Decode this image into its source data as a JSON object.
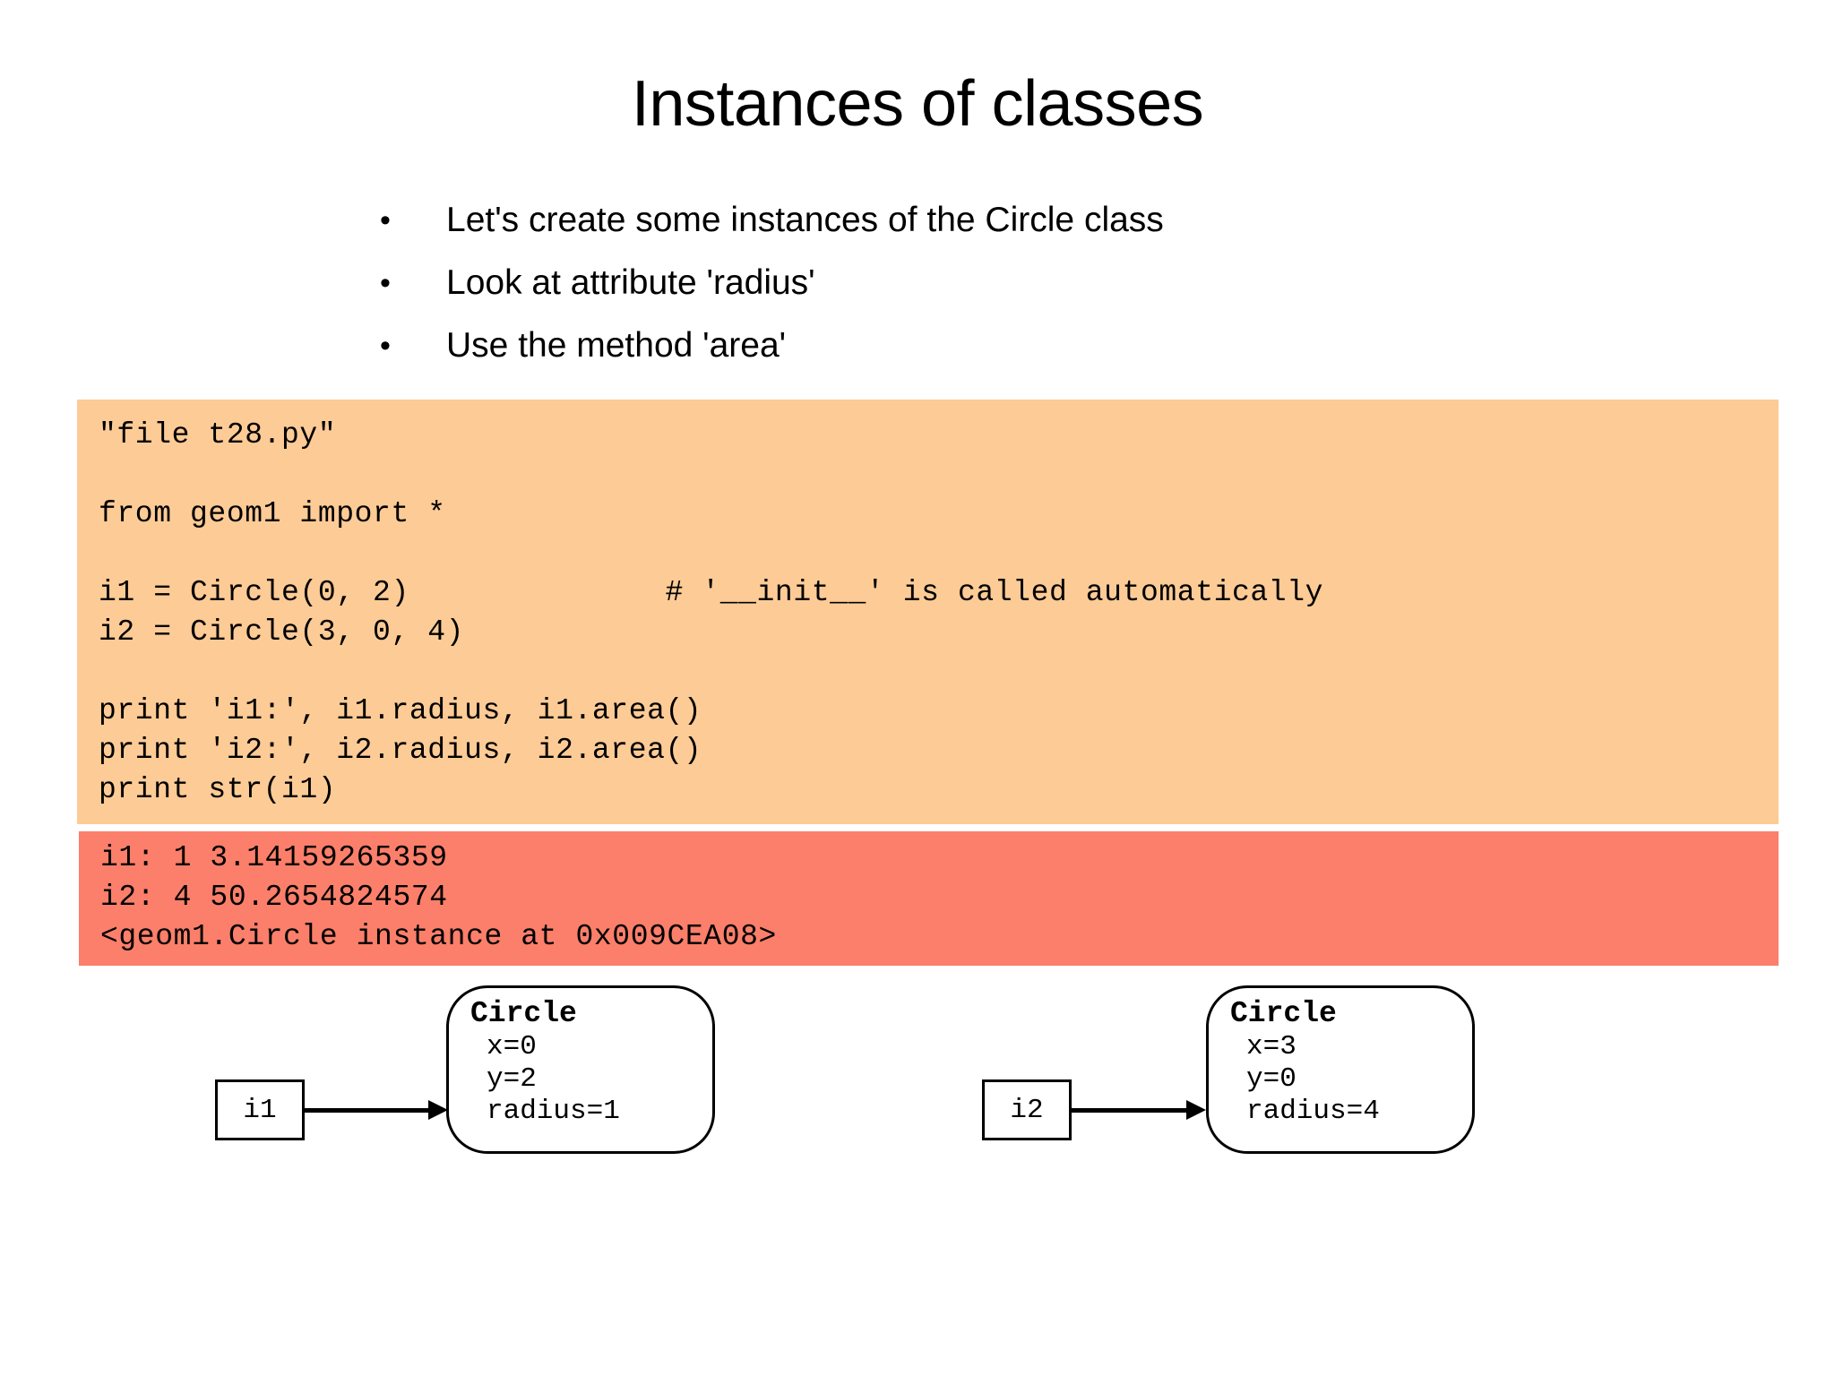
{
  "slide": {
    "title": "Instances of classes",
    "bullet_marker": "•",
    "bullets": [
      "Let's create some instances of the Circle class",
      "Look at attribute 'radius'",
      "Use the method 'area'"
    ]
  },
  "code_block": {
    "background_color": "#fdcb96",
    "lines": [
      "\"file t28.py\"",
      "",
      "from geom1 import *",
      "",
      "i1 = Circle(0, 2)              # '__init__' is called automatically",
      "i2 = Circle(3, 0, 4)",
      "",
      "print 'i1:', i1.radius, i1.area()",
      "print 'i2:', i2.radius, i2.area()",
      "print str(i1)"
    ]
  },
  "output_block": {
    "background_color": "#fb7f6a",
    "lines": [
      "i1: 1 3.14159265359",
      "i2: 4 50.2654824574",
      "<geom1.Circle instance at 0x009CEA08>"
    ]
  },
  "diagram": {
    "instances": [
      {
        "variable": "i1",
        "class_name": "Circle",
        "attributes": [
          "x=0",
          "y=2",
          "radius=1"
        ]
      },
      {
        "variable": "i2",
        "class_name": "Circle",
        "attributes": [
          "x=3",
          "y=0",
          "radius=4"
        ]
      }
    ]
  }
}
